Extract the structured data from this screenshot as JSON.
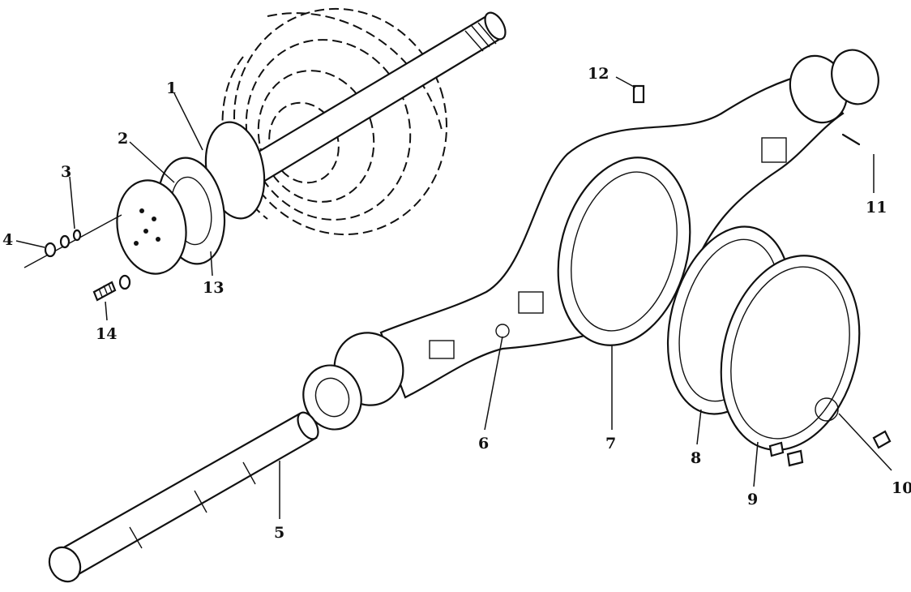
{
  "callouts": [
    "1",
    "2",
    "3",
    "4",
    "5",
    "6",
    "7",
    "8",
    "9",
    "10",
    "11",
    "12",
    "13",
    "14"
  ],
  "colors": {
    "ink": "#111111",
    "background": "#ffffff"
  }
}
